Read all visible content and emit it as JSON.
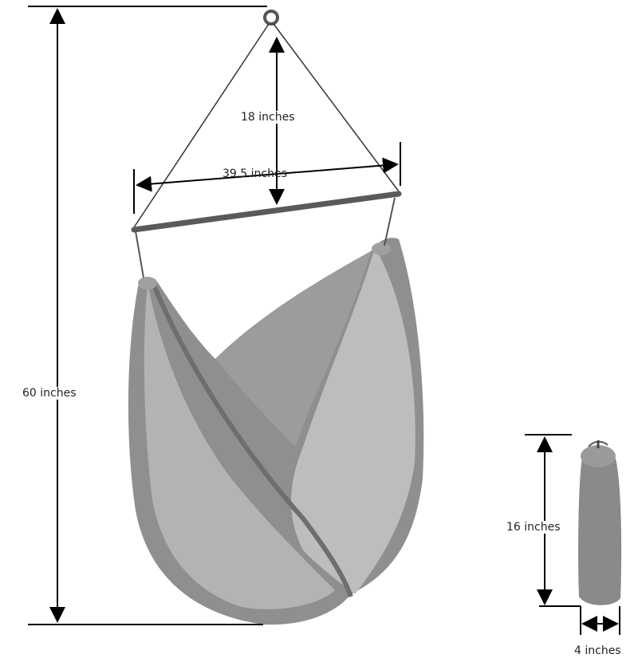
{
  "labels": {
    "total_height": "60 inches",
    "rope_drop": "18 inches",
    "bar_width": "39.5 inches",
    "bag_height": "16 inches",
    "bag_width": "4 inches"
  },
  "colors": {
    "line": "#000000",
    "fabric_dark": "#8a8a8a",
    "fabric_light": "#b5b5b5",
    "bar": "#5a5a5a"
  }
}
